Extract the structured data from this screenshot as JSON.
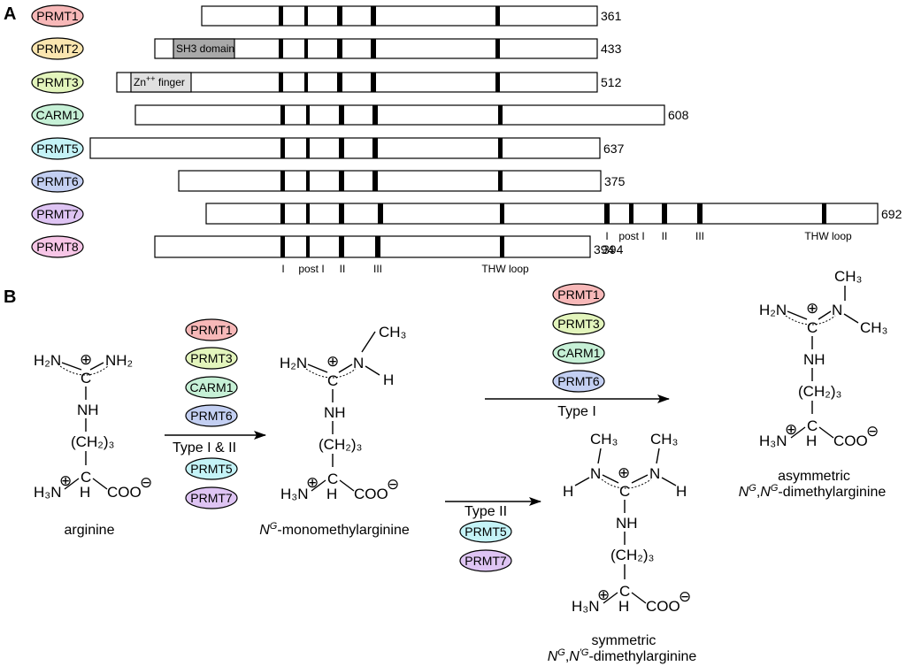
{
  "panels": {
    "a": "A",
    "b": "B"
  },
  "colors": {
    "PRMT1": "#f7b8b8",
    "PRMT2": "#fbe6b0",
    "PRMT3": "#e3f5bc",
    "CARM1": "#c6f0d6",
    "PRMT5": "#c4f3f7",
    "PRMT6": "#c3cff2",
    "PRMT7": "#dec4f3",
    "PRMT8": "#f7c6e7"
  },
  "proteins": [
    {
      "name": "PRMT1",
      "length": "361"
    },
    {
      "name": "PRMT2",
      "length": "433",
      "domain": "SH3 domain"
    },
    {
      "name": "PRMT3",
      "length": "512",
      "domain": "Zn",
      "domain_sup": "++",
      "domain_suffix": " finger"
    },
    {
      "name": "CARM1",
      "length": "608"
    },
    {
      "name": "PRMT5",
      "length": "637"
    },
    {
      "name": "PRMT6",
      "length": "375"
    },
    {
      "name": "PRMT7",
      "length": "692",
      "length2": "394"
    },
    {
      "name": "PRMT8",
      "length": "394"
    }
  ],
  "motifs": {
    "m1": "I",
    "m2": "post I",
    "m3": "II",
    "m4": "III",
    "m5": "THW loop"
  },
  "reaction": {
    "type_i_ii": "Type I & II",
    "type_i": "Type I",
    "type_ii": "Type II",
    "enzymes_i_ii": [
      "PRMT1",
      "PRMT3",
      "CARM1",
      "PRMT6",
      "PRMT5",
      "PRMT7"
    ],
    "enzymes_i": [
      "PRMT1",
      "PRMT3",
      "CARM1",
      "PRMT6"
    ],
    "enzymes_ii": [
      "PRMT5",
      "PRMT7"
    ]
  },
  "chem": {
    "h2n": "H₂N",
    "nh2": "NH₂",
    "nh": "NH",
    "ch2": "(CH₂)₃",
    "h3n": "H₃N",
    "c": "C",
    "h": "H",
    "coo": "COO",
    "plus": "⊕",
    "minus": "⊖",
    "n": "N",
    "ch3": "CH₃"
  },
  "names": {
    "arginine": "arginine",
    "mono": "N",
    "mono_sup": "G",
    "mono_rest": "-monomethylarginine",
    "sym1": "symmetric",
    "sym_n1": "N",
    "sym_g1": "G",
    "sym_comma": ",",
    "sym_n2": "N",
    "sym_g2": "′G",
    "sym_rest": "-dimethylarginine",
    "asym1": "asymmetric",
    "asym_n1": "N",
    "asym_g1": "G",
    "asym_comma": ",",
    "asym_n2": "N",
    "asym_g2": "G",
    "asym_rest": "-dimethylarginine"
  }
}
